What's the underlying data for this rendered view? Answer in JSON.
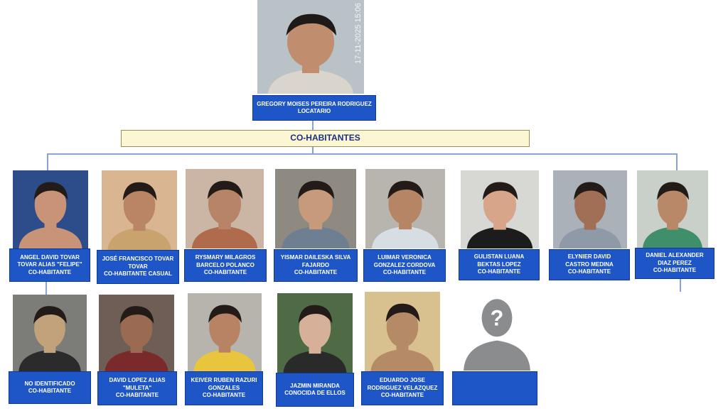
{
  "main_person": {
    "name": "GREGORY MOISES PEREIRA RODRIGUEZ",
    "role": "LOCATARIO",
    "photo_stamp": "17-11-2025 15:06",
    "bg": "#b9c2c6",
    "skin": "#c08d6e",
    "shirt": "#d9d4cc"
  },
  "group_label": "CO-HABITANTES",
  "colors": {
    "label_bg": "#1e56c7",
    "banner_bg": "#fdf6d3",
    "connector": "#8aa3d6"
  },
  "row1": [
    {
      "name1": "ANGEL DAVID TOVAR",
      "name2": "TOVAR  ALIAS \"FELIPE\"",
      "role": "CO-HABITANTE",
      "bg": "#2c4d8a",
      "skin": "#c89377",
      "shirt": "#c89377"
    },
    {
      "name1": "JOSÉ FRANCISCO TOVAR",
      "name2": "TOVAR",
      "role": "CO-HABITANTE CASUAL",
      "bg": "#d9b591",
      "skin": "#b98564",
      "shirt": "#c8a36e"
    },
    {
      "name1": "RYSMARY MILAGROS",
      "name2": "BARCELO POLANCO",
      "role": "CO-HABITANTE",
      "bg": "#cbb6a6",
      "skin": "#b88468",
      "shirt": "#b06a4c"
    },
    {
      "name1": "YISMAR DAILESKA SILVA",
      "name2": "FAJARDO",
      "role": "CO-HABITANTE",
      "bg": "#8e8a82",
      "skin": "#c79a7b",
      "shirt": "#6e7f92"
    },
    {
      "name1": "LUIMAR VERONICA",
      "name2": "GONZALEZ CORDOVA",
      "role": "CO-HABITANTE",
      "bg": "#b8b4ae",
      "skin": "#b58566",
      "shirt": "#d6dde3"
    },
    {
      "name1": "GULISTAN LUANA",
      "name2": "BEKTAS LOPEZ",
      "role": "CO-HABITANTE",
      "bg": "#d7d7d3",
      "skin": "#d6a58a",
      "shirt": "#1c1c1c"
    },
    {
      "name1": "ELYNIER DAVID",
      "name2": "CASTRO MEDINA",
      "role": "CO-HABITANTE",
      "bg": "#aab1b9",
      "skin": "#a06f55",
      "shirt": "#8f9aa8"
    },
    {
      "name1": "DANIEL ALEXANDER",
      "name2": "DIAZ PEREZ",
      "role": "CO-HABITANTE",
      "bg": "#c9cfc9",
      "skin": "#b98868",
      "shirt": "#3f8f6a"
    }
  ],
  "row2": [
    {
      "name1": "NO IDENTIFICADO",
      "name2": "",
      "role": "CO-HABITANTE",
      "bg": "#7c7c78",
      "skin": "#c2a27a",
      "shirt": "#2b2b2b"
    },
    {
      "name1": "DAVID LOPEZ ALIAS",
      "name2": "\"MULETA\"",
      "role": "CO-HABITANTE",
      "bg": "#6f5e55",
      "skin": "#9a6a52",
      "shirt": "#7a2a2a"
    },
    {
      "name1": "KEIVER RUBEN RAZURI",
      "name2": "GONZALES",
      "role": "CO-HABITANTE",
      "bg": "#b7b3ad",
      "skin": "#b88364",
      "shirt": "#e8c53c"
    },
    {
      "name1": "JAZMIN MIRANDA",
      "name2": "",
      "role": "CONOCIDA DE ELLOS",
      "bg": "#4f6b45",
      "skin": "#d7b09a",
      "shirt": "#2a2a2a"
    },
    {
      "name1": "EDUARDO JOSE",
      "name2": "RODRIGUEZ VELAZQUEZ",
      "role": "CO-HABITANTE",
      "bg": "#d8c18f",
      "skin": "#b58a66",
      "shirt": "#b58a66"
    }
  ],
  "unknown_symbol": "?"
}
